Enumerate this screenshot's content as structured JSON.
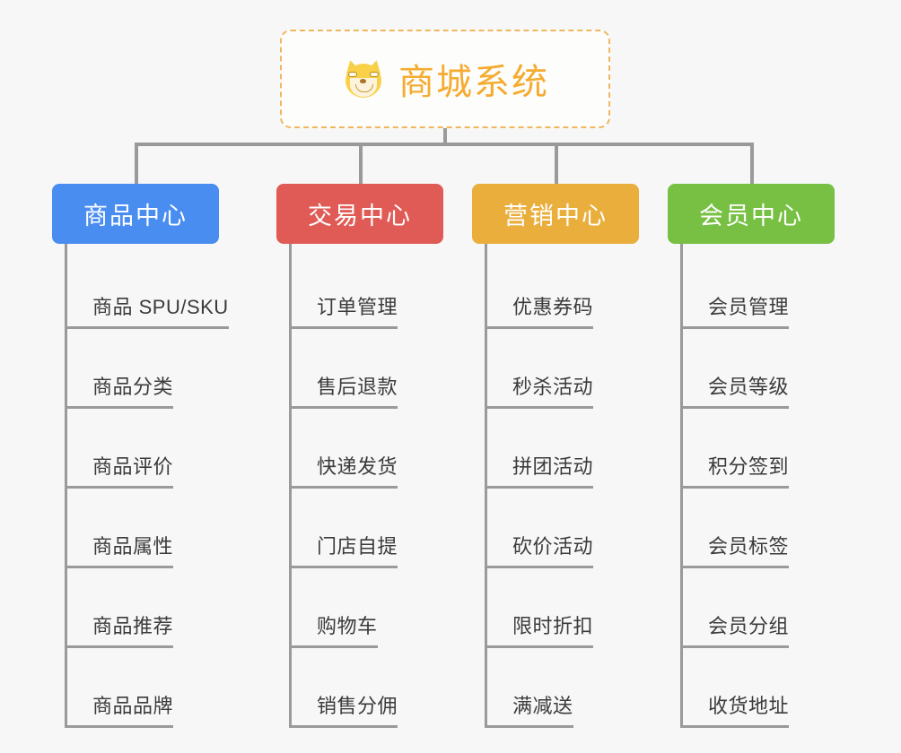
{
  "diagram": {
    "title": "商城系统",
    "background_color": "#f7f7f7",
    "root": {
      "label": "商城系统",
      "icon": "dog-face-emoji",
      "emoji": "🐶",
      "text_color": "#f5ab30",
      "border_color": "#f0b660",
      "background_color": "#fdfdfc"
    },
    "connector_color": "#9a9a9a",
    "branches": [
      {
        "label": "商品中心",
        "color": "#4a8df0",
        "items": [
          "商品 SPU/SKU",
          "商品分类",
          "商品评价",
          "商品属性",
          "商品推荐",
          "商品品牌"
        ]
      },
      {
        "label": "交易中心",
        "color": "#e05b55",
        "items": [
          "订单管理",
          "售后退款",
          "快递发货",
          "门店自提",
          "购物车",
          "销售分佣"
        ]
      },
      {
        "label": "营销中心",
        "color": "#eaae3c",
        "items": [
          "优惠券码",
          "秒杀活动",
          "拼团活动",
          "砍价活动",
          "限时折扣",
          "满减送"
        ]
      },
      {
        "label": "会员中心",
        "color": "#77c043",
        "items": [
          "会员管理",
          "会员等级",
          "积分签到",
          "会员标签",
          "会员分组",
          "收货地址"
        ]
      }
    ]
  }
}
